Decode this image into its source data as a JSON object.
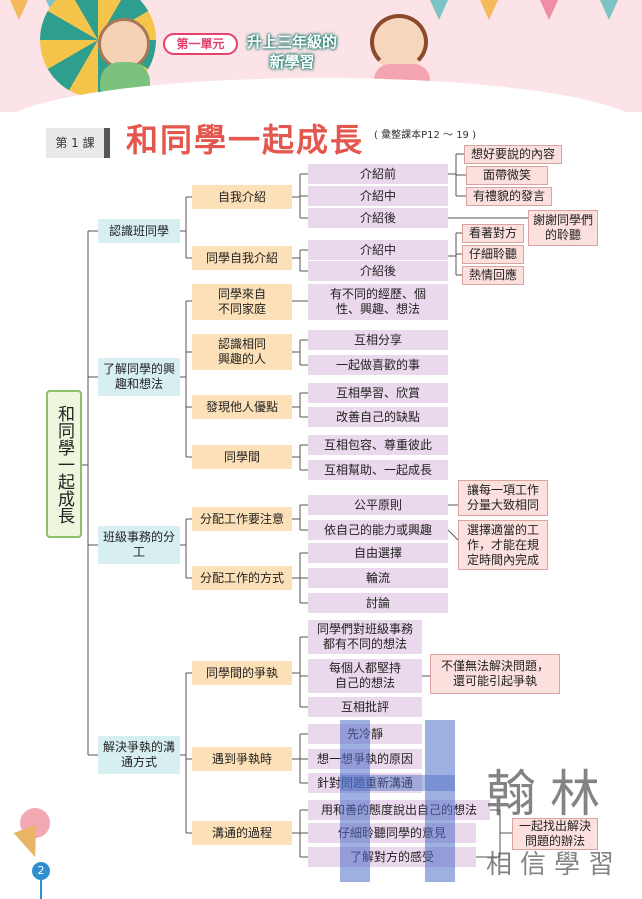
{
  "header": {
    "unit_label": "第一單元",
    "unit_title": "升上三年級的新學習"
  },
  "lesson": {
    "tag": "第 1 課",
    "title": "和同學一起成長",
    "reference": "( 彙整課本P12 ～ 19 )"
  },
  "mindmap": {
    "root": "和同學一起成長",
    "branches": {
      "b1": "認識班同學",
      "b2": "了解同學的興趣和想法",
      "b3": "班級事務的分工",
      "b4": "解決爭執的溝通方式"
    },
    "level2": {
      "self_intro": "自我介紹",
      "classmate_intro": "同學自我介紹",
      "diff_family": "同學來自不同家庭",
      "same_interest": "認識相同興趣的人",
      "find_merit": "發現他人優點",
      "between": "同學間",
      "assign_note": "分配工作要注意",
      "assign_method": "分配工作的方式",
      "dispute": "同學間的爭執",
      "meet_dispute": "遇到爭執時",
      "process": "溝通的過程"
    },
    "level3": {
      "before": "介紹前",
      "during": "介紹中",
      "after": "介紹後",
      "during2": "介紹中",
      "after2": "介紹後",
      "diff_exp": "有不同的經歷、個性、興趣、想法",
      "share": "互相分享",
      "do_together": "一起做喜歡的事",
      "learn_each": "互相學習、欣賞",
      "improve": "改善自己的缺點",
      "tolerate": "互相包容、尊重彼此",
      "help": "互相幫助、一起成長",
      "fair": "公平原則",
      "ability": "依自己的能力或興趣",
      "free": "自由選擇",
      "rotate": "輪流",
      "discuss": "討論",
      "diff_idea": "同學們對班級事務都有不同的想法",
      "insist": "每個人都堅持自己的想法",
      "criticize": "互相批評",
      "calm": "先冷靜",
      "think_reason": "想一想爭執的原因",
      "communicate": "針對問題重新溝通",
      "kind_attitude": "用和善的態度說出自己的想法",
      "listen": "仔細聆聽同學的意見",
      "understand": "了解對方的感受"
    },
    "level4": {
      "think_content": "想好要說的內容",
      "smile": "面帶微笑",
      "polite": "有禮貌的發言",
      "thank": "謝謝同學們的聆聽",
      "look": "看著對方",
      "listen_careful": "仔細聆聽",
      "respond": "熱情回應",
      "equal_work": "讓每一項工作分量大致相同",
      "choose_fit": "選擇適當的工作，才能在規定時間內完成",
      "problem": "不僅無法解決問題，還可能引起爭執",
      "solution": "一起找出解決問題的辦法"
    }
  },
  "footer": {
    "page_number": "2",
    "watermark_brand": "翰林",
    "watermark_slogan": "相信學習"
  },
  "colors": {
    "root_bg": "#eef6de",
    "branch_bg": "#d7eff1",
    "level2_bg": "#fce0b8",
    "level3_bg": "#ead8ec",
    "level4_bg": "#fbe0dd",
    "title_red": "#e4574e",
    "unit_pink": "#e2426b"
  }
}
